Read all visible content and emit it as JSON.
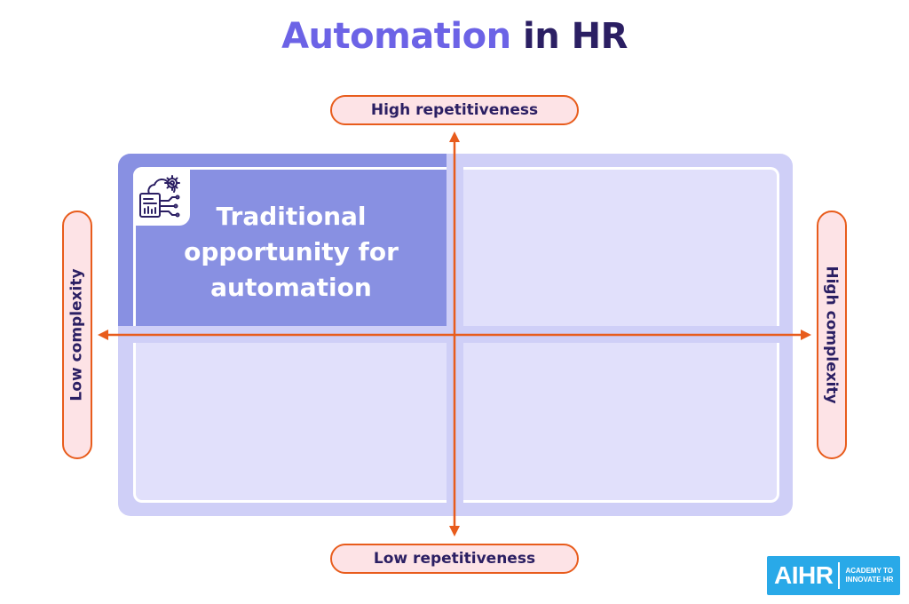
{
  "title": {
    "accent": "Automation",
    "rest": "in HR"
  },
  "axes": {
    "top": "High repetitiveness",
    "bottom": "Low repetitiveness",
    "left": "Low complexity",
    "right": "High complexity"
  },
  "quadrants": {
    "top_left": {
      "label": "Traditional opportunity for automation",
      "icon": "document-gear-cloud-icon"
    }
  },
  "logo": {
    "mark": "AIHR",
    "tagline_line1": "ACADEMY TO",
    "tagline_line2": "INNOVATE HR"
  },
  "colors": {
    "title_accent": "#6c63e6",
    "title_dark": "#2b1f63",
    "axis_arrow": "#e85c1c",
    "pill_fill": "#fde3e6",
    "quadrant_highlight": "#8890e2",
    "quadrant_light": "#e1e0fb",
    "matrix_bg": "#cfcff7",
    "logo_bg": "#29a9e8"
  }
}
